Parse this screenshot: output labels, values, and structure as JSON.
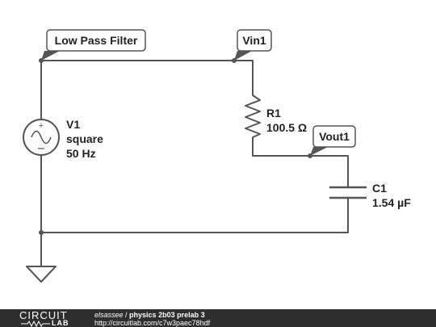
{
  "schematic": {
    "labels": {
      "net_low_pass": "Low Pass Filter",
      "net_vin": "Vin1",
      "net_vout": "Vout1"
    },
    "source": {
      "name": "V1",
      "waveform": "square",
      "frequency": "50 Hz"
    },
    "resistor": {
      "name": "R1",
      "value": "100.5 Ω"
    },
    "capacitor": {
      "name": "C1",
      "value": "1.54 µF"
    }
  },
  "footer": {
    "logo_top": "CIRCUIT",
    "logo_bottom": "LAB",
    "author": "elsassee",
    "separator": " / ",
    "title": "physics 2b03 prelab 3",
    "url": "http://circuitlab.com/c7w3paec78hdf"
  },
  "colors": {
    "wire": "#555555",
    "footer_bg": "#2e2e2e"
  }
}
